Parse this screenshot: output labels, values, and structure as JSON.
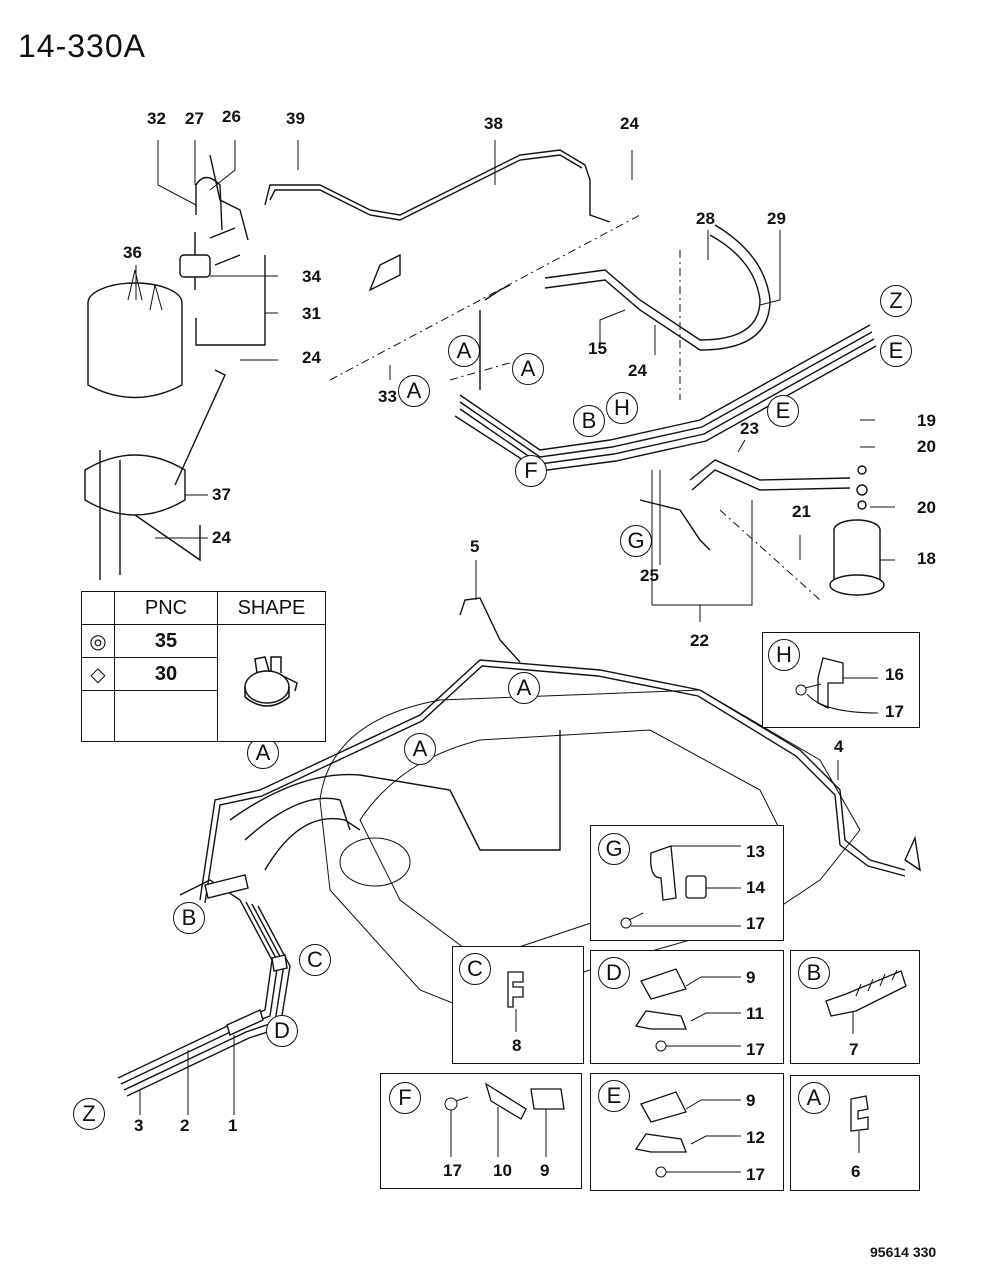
{
  "page_code": "14-330A",
  "footer_code": "95614  330",
  "legend_table": {
    "headers": [
      "",
      "PNC",
      "SHAPE"
    ],
    "rows": [
      {
        "symbol": "◎",
        "symbol_name": "double-circle",
        "pnc": "35"
      },
      {
        "symbol": "◇",
        "symbol_name": "diamond",
        "pnc": "30"
      },
      {
        "symbol": "",
        "pnc": ""
      }
    ],
    "shape_icon": "hose-clamp-icon"
  },
  "callouts": {
    "p1": "1",
    "p2": "2",
    "p3": "3",
    "p4": "4",
    "p5": "5",
    "p15": "15",
    "p18": "18",
    "p19": "19",
    "p20a": "20",
    "p20b": "20",
    "p21": "21",
    "p22": "22",
    "p23": "23",
    "p24a": "24",
    "p24b": "24",
    "p24c": "24",
    "p24d": "24",
    "p25": "25",
    "p26": "26",
    "p27": "27",
    "p28": "28",
    "p29": "29",
    "p31": "31",
    "p32": "32",
    "p33": "33",
    "p34": "34",
    "p36": "36",
    "p37": "37",
    "p38": "38",
    "p39": "39"
  },
  "letter_markers": {
    "A": "A",
    "B": "B",
    "C": "C",
    "D": "D",
    "E": "E",
    "F": "F",
    "G": "G",
    "H": "H",
    "Z": "Z"
  },
  "detail_boxes": {
    "H": {
      "letter": "H",
      "parts": [
        "16",
        "17"
      ]
    },
    "G": {
      "letter": "G",
      "parts": [
        "13",
        "14",
        "17"
      ]
    },
    "C": {
      "letter": "C",
      "parts": [
        "8"
      ]
    },
    "D": {
      "letter": "D",
      "parts": [
        "9",
        "11",
        "17"
      ]
    },
    "B": {
      "letter": "B",
      "parts": [
        "7"
      ]
    },
    "F": {
      "letter": "F",
      "parts": [
        "17",
        "10",
        "9"
      ]
    },
    "E": {
      "letter": "E",
      "parts": [
        "9",
        "12",
        "17"
      ]
    },
    "A": {
      "letter": "A",
      "parts": [
        "6"
      ]
    }
  }
}
